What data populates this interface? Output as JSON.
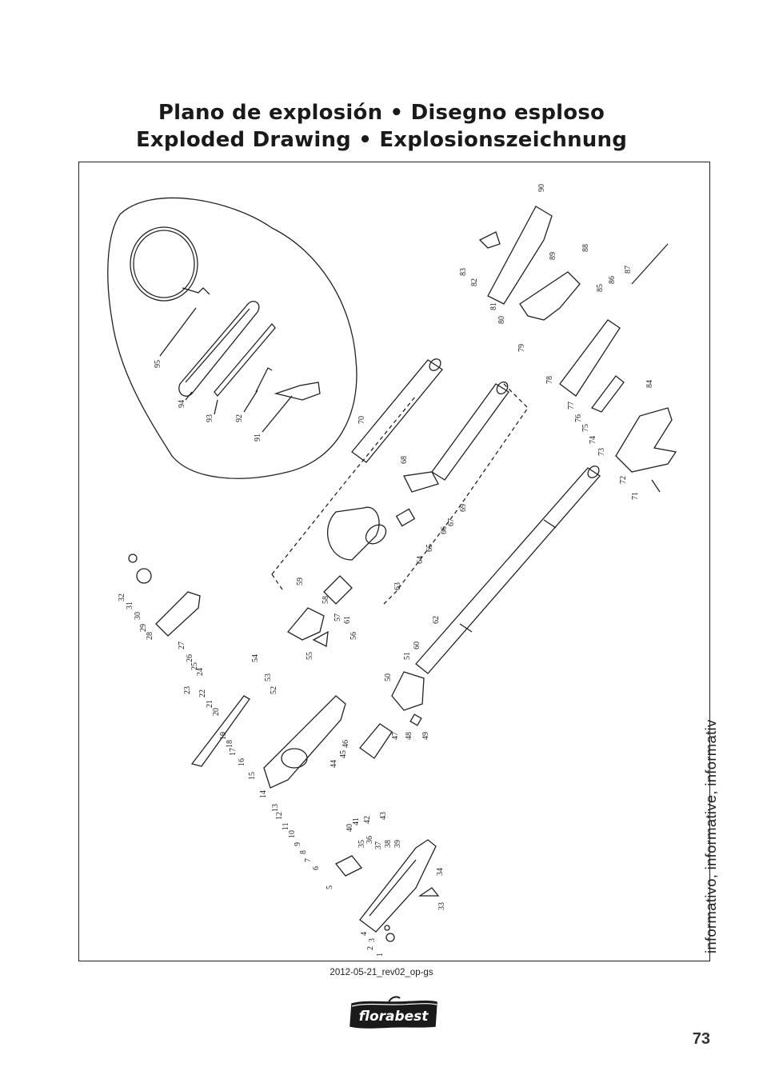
{
  "header": {
    "title_line1": "Plano de explosión • Disegno esploso",
    "title_line2": "Exploded Drawing • Explosionszeichnung"
  },
  "side_note": "informativo, informative, informativ",
  "revision": "2012-05-21_rev02_op-gs",
  "brand": "florabest",
  "page_number": "73",
  "part_numbers": [
    "1",
    "2",
    "3",
    "4",
    "5",
    "6",
    "7",
    "8",
    "9",
    "10",
    "11",
    "12",
    "13",
    "14",
    "15",
    "16",
    "17",
    "18",
    "19",
    "20",
    "21",
    "22",
    "23",
    "24",
    "25",
    "26",
    "27",
    "28",
    "29",
    "30",
    "31",
    "32",
    "33",
    "34",
    "35",
    "36",
    "37",
    "38",
    "39",
    "40",
    "41",
    "42",
    "43",
    "44",
    "45",
    "46",
    "47",
    "48",
    "49",
    "50",
    "51",
    "52",
    "53",
    "54",
    "55",
    "56",
    "57",
    "58",
    "59",
    "60",
    "61",
    "62",
    "63",
    "64",
    "65",
    "66",
    "67",
    "68",
    "69",
    "70",
    "71",
    "72",
    "73",
    "74",
    "75",
    "76",
    "77",
    "78",
    "79",
    "80",
    "81",
    "82",
    "83",
    "84",
    "85",
    "86",
    "87",
    "88",
    "89",
    "90",
    "91",
    "92",
    "93",
    "94",
    "95"
  ],
  "colors": {
    "ink": "#1a1a1a",
    "background": "#ffffff",
    "logo_fill": "#1a1a1a"
  }
}
